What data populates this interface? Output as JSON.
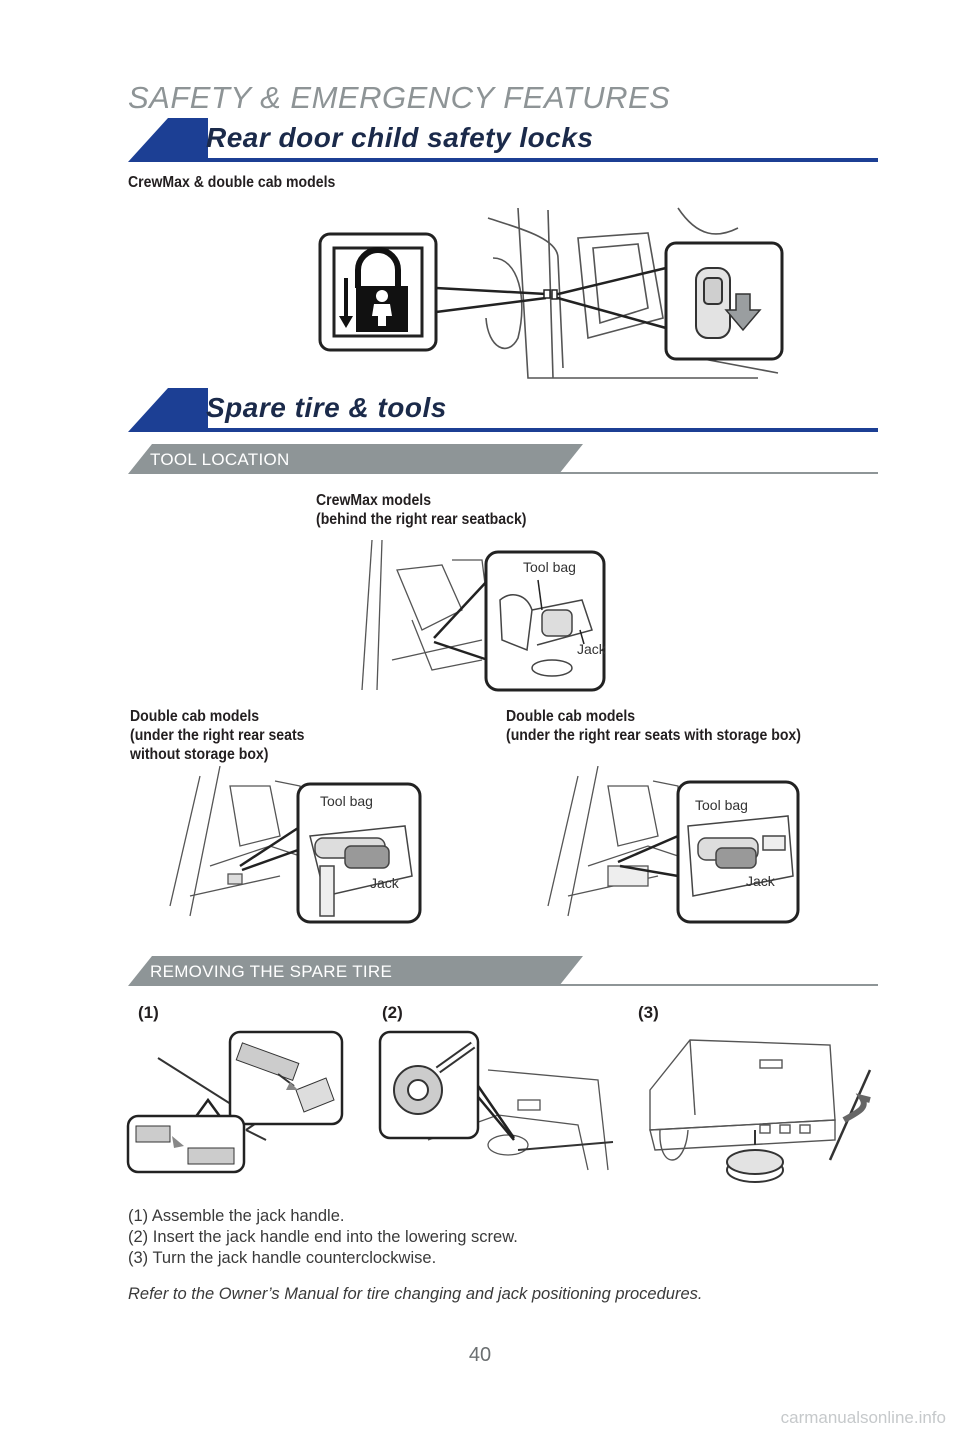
{
  "page": {
    "section_title": "SAFETY & EMERGENCY FEATURES",
    "page_number": "40",
    "watermark": "carmanualsonline.info"
  },
  "child_locks": {
    "heading": "Rear door child safety locks",
    "caption": "CrewMax & double cab models"
  },
  "spare_tire": {
    "heading": "Spare tire & tools",
    "tool_location": {
      "subheading": "TOOL LOCATION",
      "crewmax": {
        "caption_line1": "CrewMax models",
        "caption_line2": "(behind the right rear seatback)",
        "tool_bag": "Tool bag",
        "jack": "Jack"
      },
      "double_cab_no_box": {
        "caption_line1": "Double cab models",
        "caption_line2": "(under the right rear seats",
        "caption_line3": "without storage box)",
        "tool_bag": "Tool bag",
        "jack": "Jack"
      },
      "double_cab_box": {
        "caption_line1": "Double cab models",
        "caption_line2": "(under the right rear seats with storage box)",
        "tool_bag": "Tool bag",
        "jack": "Jack"
      }
    },
    "removing": {
      "subheading": "REMOVING THE SPARE TIRE",
      "step_labels": [
        "(1)",
        "(2)",
        "(3)"
      ],
      "instructions": [
        "(1) Assemble the jack handle.",
        "(2) Insert the jack handle end into the lowering screw.",
        "(3) Turn the jack handle counterclockwise."
      ],
      "note": "Refer to the Owner’s Manual for tire changing and jack positioning procedures."
    }
  }
}
